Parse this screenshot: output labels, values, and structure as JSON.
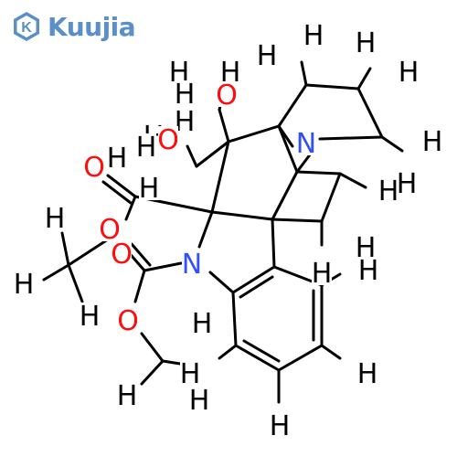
{
  "brand": {
    "name": "Kuujia",
    "logo_letter": "K",
    "color": "#5b8fc9"
  },
  "molecule": {
    "bond_color": "#000000",
    "atom_colors": {
      "H": "#000000",
      "O": "#ff0d0d",
      "N": "#3050f8"
    },
    "atom_labels": [
      {
        "id": "h1",
        "el": "H"
      },
      {
        "id": "h2",
        "el": "H"
      },
      {
        "id": "h3",
        "el": "H"
      },
      {
        "id": "h4",
        "el": "H"
      },
      {
        "id": "h5",
        "el": "H"
      },
      {
        "id": "h6",
        "el": "H"
      },
      {
        "id": "h7",
        "el": "H"
      },
      {
        "id": "h8",
        "el": "H"
      },
      {
        "id": "h9",
        "el": "H"
      },
      {
        "id": "o1",
        "el": "O"
      },
      {
        "id": "h10",
        "el": "H"
      },
      {
        "id": "h11",
        "el": "H"
      },
      {
        "id": "n1",
        "el": "N"
      },
      {
        "id": "h12",
        "el": "H"
      },
      {
        "id": "o2",
        "el": "O"
      },
      {
        "id": "h13",
        "el": "H"
      },
      {
        "id": "h14",
        "el": "H"
      },
      {
        "id": "o3",
        "el": "O"
      },
      {
        "id": "h15",
        "el": "H"
      },
      {
        "id": "h16",
        "el": "H"
      },
      {
        "id": "h17",
        "el": "H"
      },
      {
        "id": "o4",
        "el": "O"
      },
      {
        "id": "h18",
        "el": "H"
      },
      {
        "id": "o5",
        "el": "O"
      },
      {
        "id": "h19",
        "el": "H"
      },
      {
        "id": "h20",
        "el": "H"
      },
      {
        "id": "n2",
        "el": "N"
      },
      {
        "id": "h21",
        "el": "H"
      },
      {
        "id": "h22",
        "el": "H"
      },
      {
        "id": "h23",
        "el": "H"
      },
      {
        "id": "o6",
        "el": "O"
      },
      {
        "id": "h24",
        "el": "H"
      },
      {
        "id": "h25",
        "el": "H"
      },
      {
        "id": "h26",
        "el": "H"
      },
      {
        "id": "h27",
        "el": "H"
      },
      {
        "id": "h28",
        "el": "H"
      }
    ]
  }
}
